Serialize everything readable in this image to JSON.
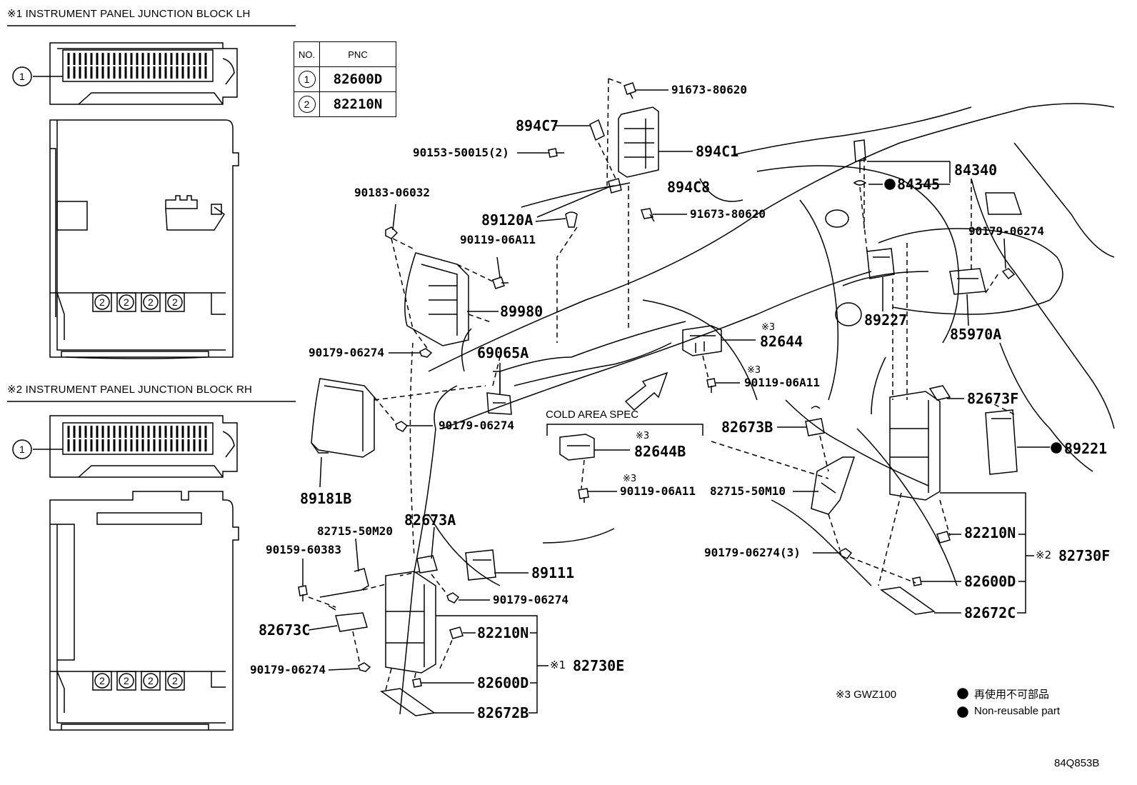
{
  "headers": {
    "lh": "※1 INSTRUMENT PANEL JUNCTION BLOCK LH",
    "rh": "※2 INSTRUMENT PANEL JUNCTION BLOCK RH"
  },
  "pnc_table": {
    "col_no": "NO.",
    "col_pnc": "PNC",
    "rows": [
      {
        "no": "1",
        "pnc": "82600D"
      },
      {
        "no": "2",
        "pnc": "82210N"
      }
    ]
  },
  "inset_marks": {
    "one": "1",
    "two": "2"
  },
  "labels": {
    "p91673_80620_a": "91673-80620",
    "p894C7": "894C7",
    "p90153_50015": "90153-50015(2)",
    "p894C1": "894C1",
    "p894C8": "894C8",
    "p84340": "84340",
    "p84345": "84345",
    "p90183_06032": "90183-06032",
    "p89120A": "89120A",
    "p91673_80620_b": "91673-80620",
    "p90179_06274_r": "90179-06274",
    "p90119_06A11_a": "90119-06A11",
    "p89980": "89980",
    "p89227": "89227",
    "p85970A": "85970A",
    "p82644": "82644",
    "p90179_06274_a": "90179-06274",
    "p69065A": "69065A",
    "p90119_06A11_b": "90119-06A11",
    "p82673F": "82673F",
    "p90179_06274_b": "90179-06274",
    "cold_area": "COLD AREA SPEC",
    "p82673B": "82673B",
    "p82644B": "82644B",
    "p89221": "89221",
    "p89181B": "89181B",
    "p90119_06A11_c": "90119-06A11",
    "p82715_50M10": "82715-50M10",
    "p82673A": "82673A",
    "p82715_50M20": "82715-50M20",
    "p90159_60383": "90159-60383",
    "p82210N_r": "82210N",
    "p90179_06274_3": "90179-06274(3)",
    "p82730F": "82730F",
    "p89111": "89111",
    "p90179_06274_c": "90179-06274",
    "p82600D_r": "82600D",
    "p82673C": "82673C",
    "p82210N_l": "82210N",
    "p82672C": "82672C",
    "p82730E": "82730E",
    "p90179_06274_d": "90179-06274",
    "p82600D_l": "82600D",
    "p82672B": "82672B"
  },
  "marks": {
    "note3": "※3",
    "note1": "※1",
    "note2": "※2"
  },
  "legend": {
    "gwz": "※3 GWZ100",
    "jp": "再使用不可部品",
    "en": "Non-reusable part"
  },
  "diagram_code": "84Q853B"
}
